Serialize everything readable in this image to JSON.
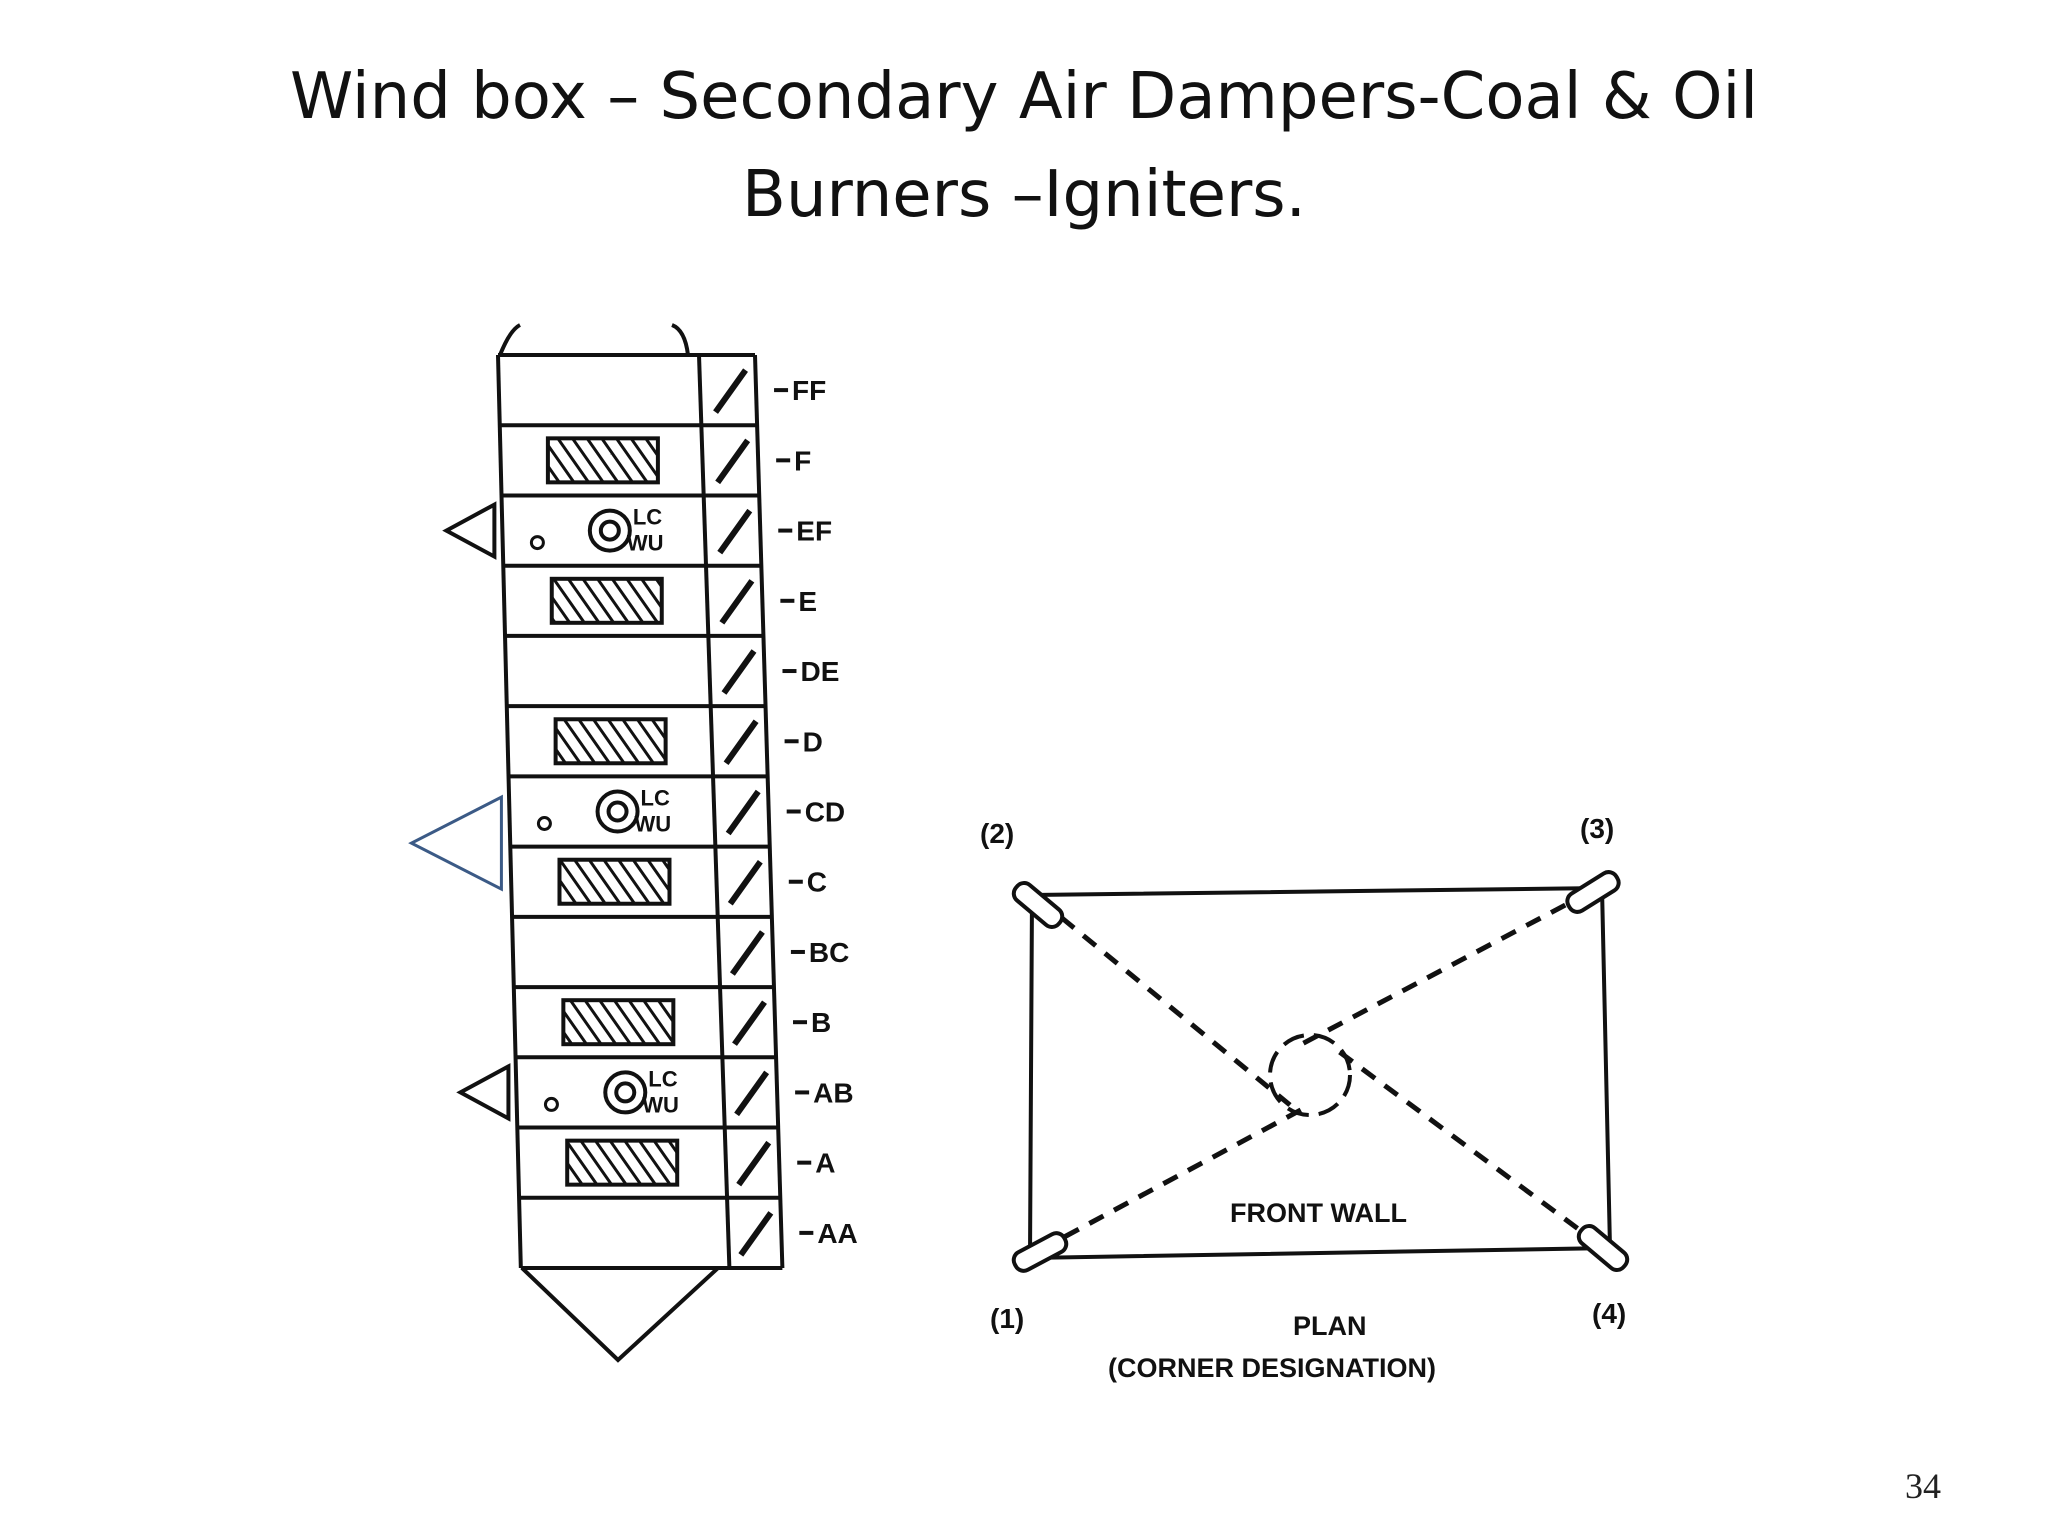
{
  "slide": {
    "title_line1": "Wind box – Secondary Air Dampers-Coal & Oil",
    "title_line2": "Burners –Igniters.",
    "page_number": "34"
  },
  "windbox": {
    "elevations": [
      "FF",
      "F",
      "EF",
      "E",
      "DE",
      "D",
      "CD",
      "C",
      "BC",
      "B",
      "AB",
      "A",
      "AA"
    ],
    "coal_elevations": [
      "F",
      "E",
      "D",
      "C",
      "B",
      "A"
    ],
    "oil_elevations": [
      "EF",
      "CD",
      "AB"
    ],
    "oil_gun_top": "LC",
    "oil_gun_bottom": "WU",
    "highlight_color": "#3b5a86"
  },
  "plan": {
    "corners": [
      "(1)",
      "(2)",
      "(3)",
      "(4)"
    ],
    "wall_label": "FRONT WALL",
    "caption_line1": "PLAN",
    "caption_line2": "(CORNER DESIGNATION)"
  }
}
